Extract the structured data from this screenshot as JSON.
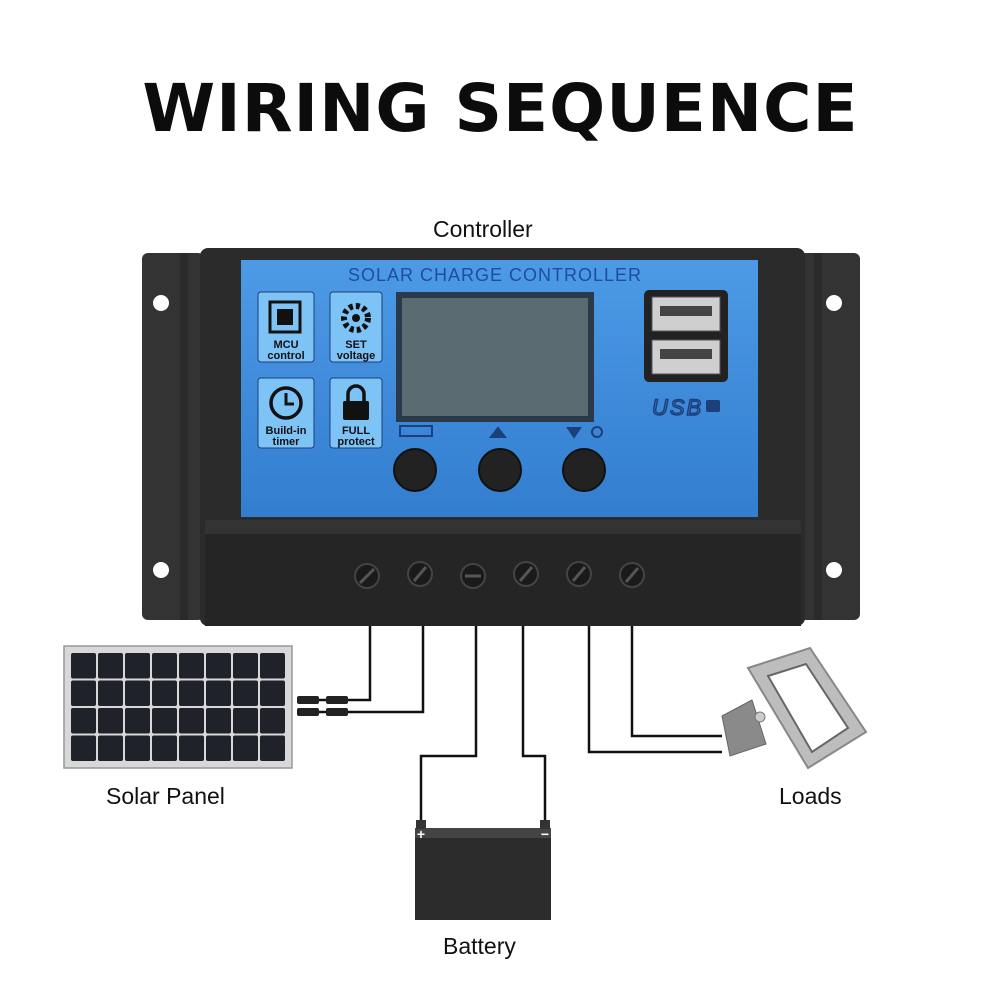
{
  "title": "WIRING SEQUENCE",
  "labels": {
    "controller": "Controller",
    "solar_panel": "Solar Panel",
    "battery": "Battery",
    "loads": "Loads"
  },
  "controller_face": {
    "heading": "SOLAR CHARGE CONTROLLER",
    "features": [
      {
        "line1": "MCU",
        "line2": "control",
        "icon": "chip-icon"
      },
      {
        "line1": "SET",
        "line2": "voltage",
        "icon": "gear-icon"
      },
      {
        "line1": "Build-in",
        "line2": "timer",
        "icon": "clock-icon"
      },
      {
        "line1": "FULL",
        "line2": "protect",
        "icon": "lock-icon"
      }
    ],
    "usb_label": "USB",
    "button_count": 3,
    "terminal_count": 6
  },
  "battery_terminals": {
    "positive": "+",
    "negative": "−"
  },
  "colors": {
    "panel_blue": "#3d8ee0",
    "housing": "#2a2a2a",
    "wire": "#111111",
    "lcd": "#5b6b72"
  }
}
